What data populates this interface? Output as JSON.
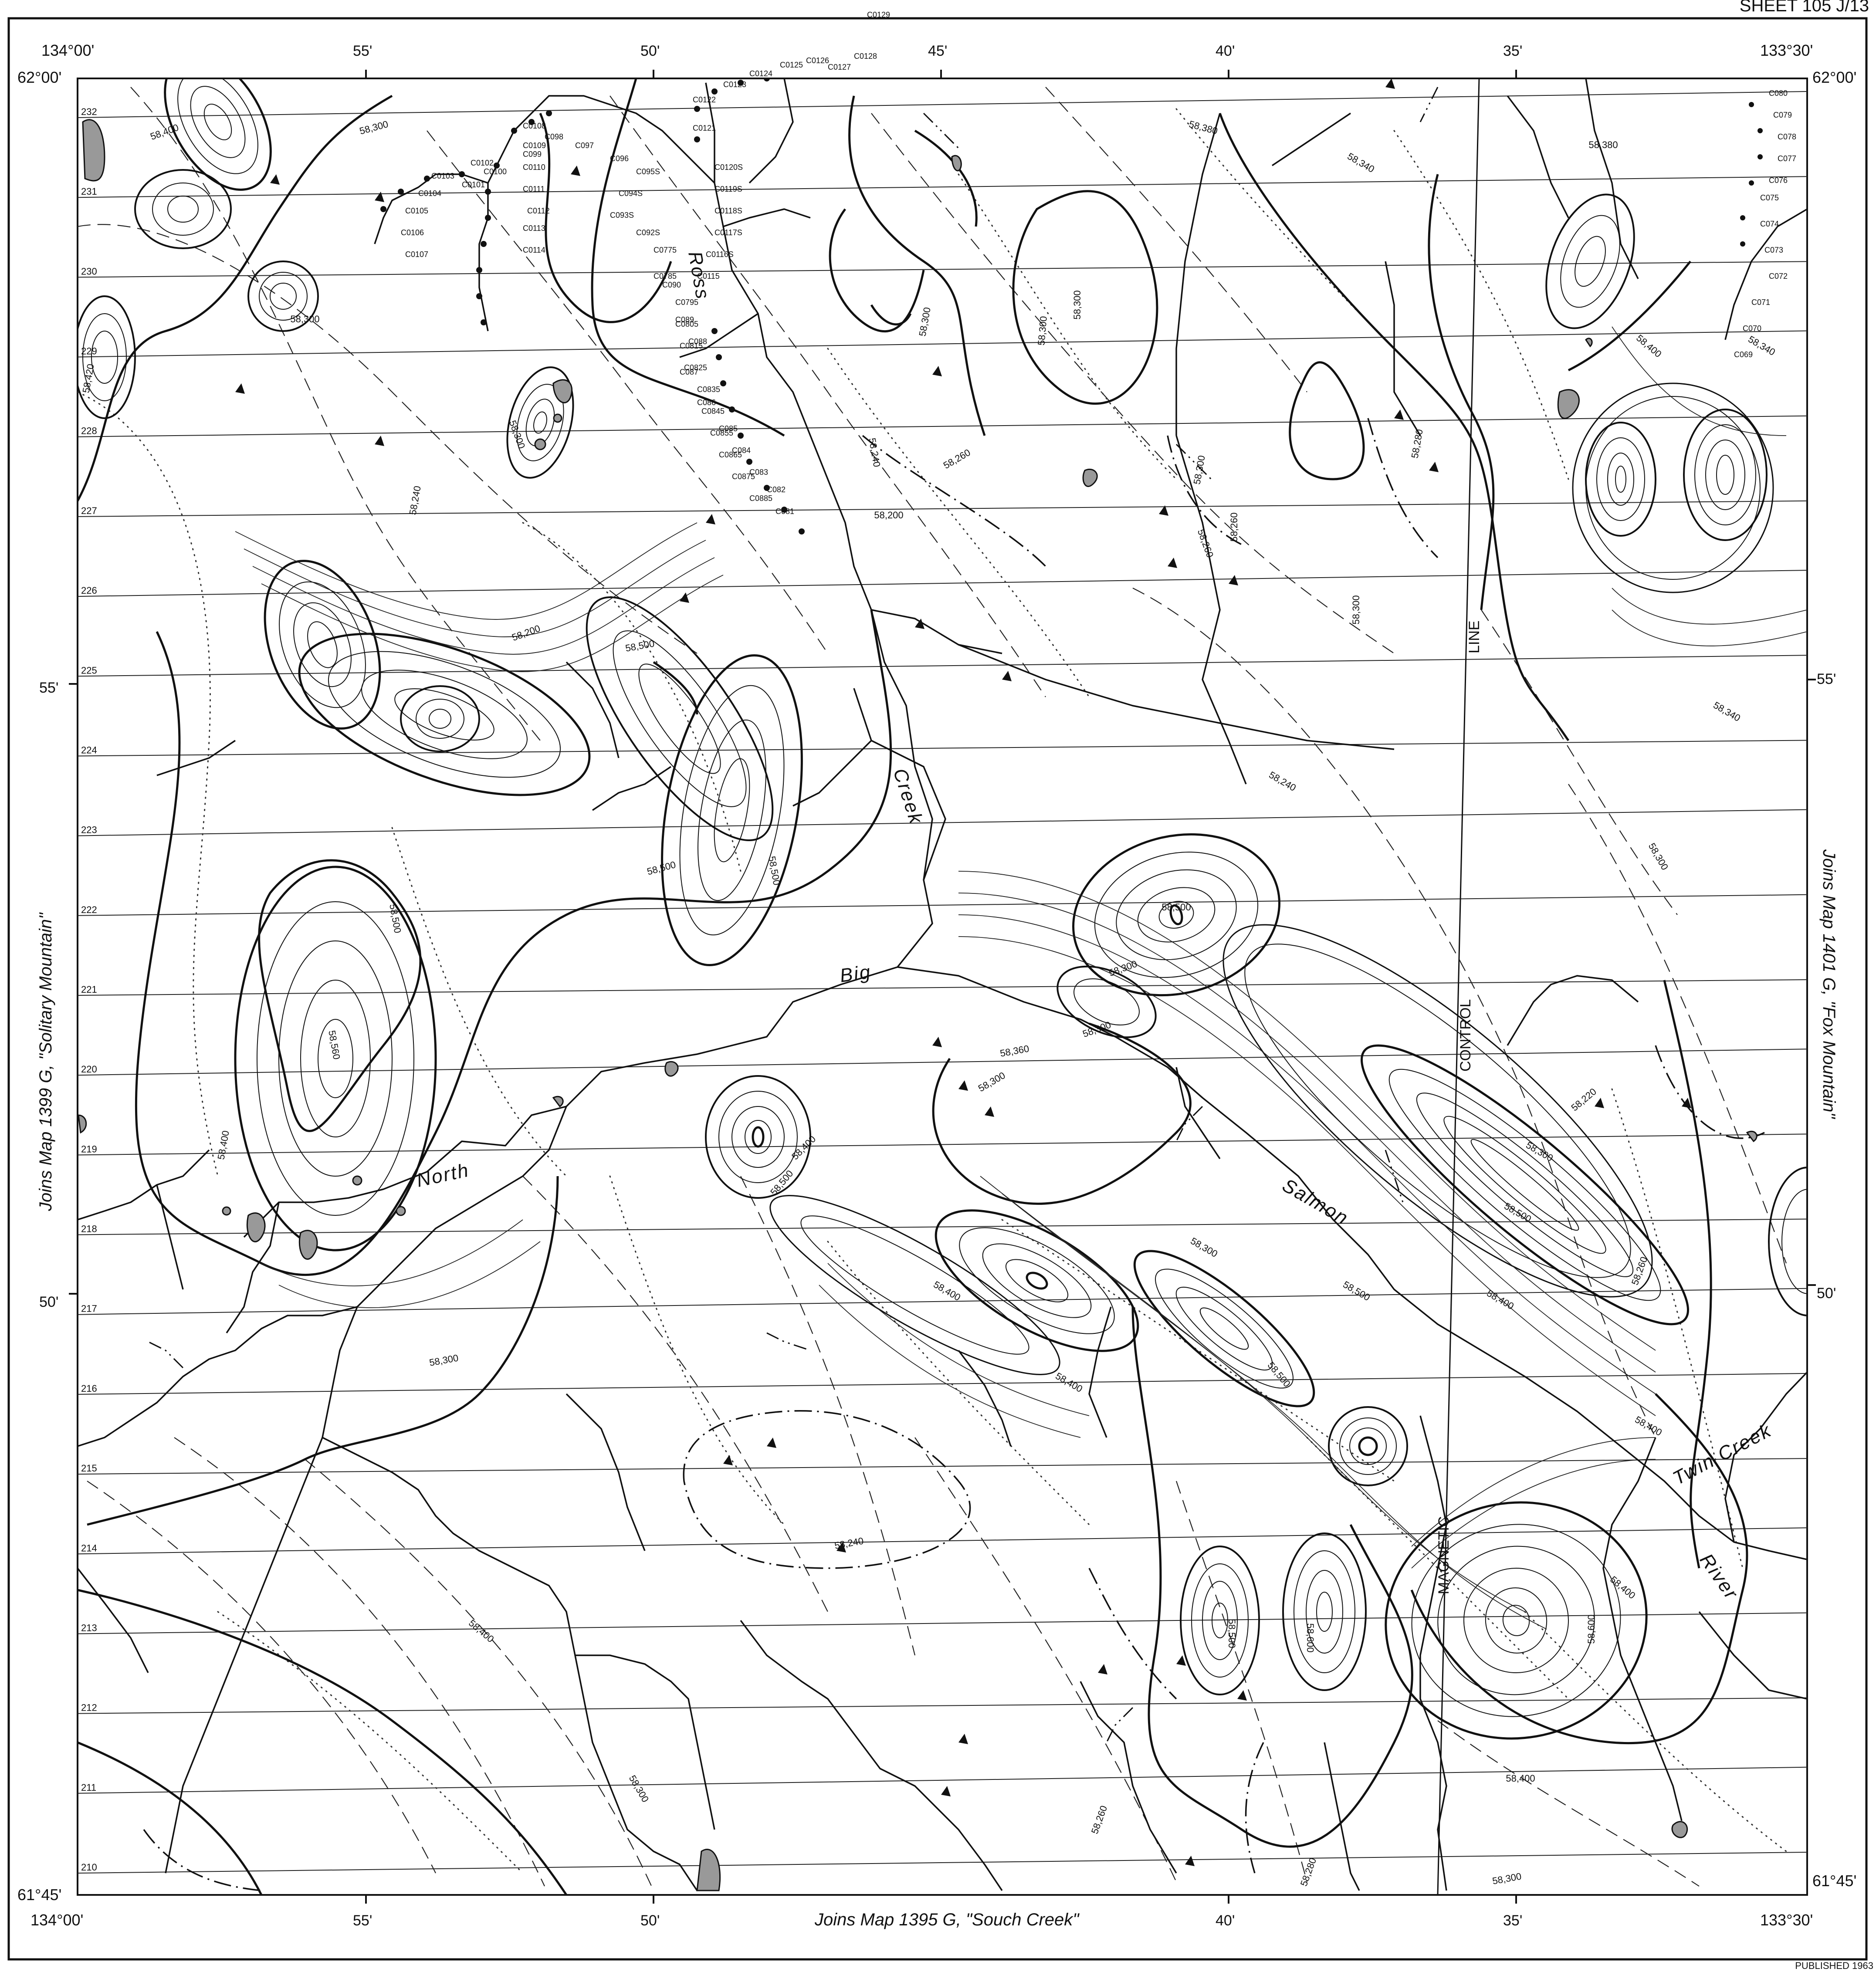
{
  "map": {
    "sheet_header": "SHEET 105 J/13",
    "published_note": "PUBLISHED 1963",
    "corner_labels": {
      "top_left_lon": "134°00'",
      "top_left_lat": "62°00'",
      "top_right_lon": "133°30'",
      "top_right_lat": "62°00'",
      "bottom_left_lat": "61°45'",
      "bottom_left_lon": "134°00'",
      "bottom_right_lat": "61°45'",
      "bottom_right_lon": "133°30'"
    },
    "top_ticks": [
      "55'",
      "50'",
      "45'",
      "40'",
      "35'"
    ],
    "bottom_ticks": [
      "55'",
      "50'",
      "40'",
      "35'"
    ],
    "left_ticks": [
      "55'",
      "50'"
    ],
    "right_ticks": [
      "55'",
      "50'"
    ],
    "joins": {
      "left": "Joins Map 1399 G, \"Solitary Mountain\"",
      "right": "Joins Map 1401 G, \"Fox Mountain\"",
      "bottom": "Joins Map 1395 G, \"Souch Creek\""
    },
    "water_labels": {
      "north": "North",
      "big": "Big",
      "creek": "Creek",
      "salmon": "Salmon",
      "river": "River",
      "twin_creek": "Twin Creek",
      "ross": "Ross"
    },
    "control_line_label": "MAGNETIC CONTROL LINE",
    "control_line_parts": {
      "magnetic": "MAGNETIC",
      "control": "CONTROL",
      "line": "LINE"
    },
    "flight_lines": [
      "232",
      "231",
      "230",
      "229",
      "228",
      "227",
      "226",
      "225",
      "224",
      "223",
      "222",
      "221",
      "220",
      "219",
      "218",
      "217",
      "216",
      "215",
      "214",
      "213",
      "212",
      "211",
      "210"
    ],
    "contour_labels": [
      "58,400",
      "58,300",
      "58,300",
      "58,240",
      "58,300",
      "58,200",
      "58,500",
      "58,500",
      "58,500",
      "58,500",
      "58,560",
      "58,400",
      "58,500",
      "58,300",
      "58,300",
      "58,240",
      "58,260",
      "58,200",
      "58,500",
      "58,300",
      "58,360",
      "58,400",
      "58,300",
      "58,500",
      "58,400",
      "58,400",
      "58,500",
      "58,300",
      "58,400",
      "58,240",
      "58,300",
      "58,300",
      "58,380",
      "58,340",
      "58,300",
      "58,300",
      "58,260",
      "58,280",
      "58,260",
      "58,300",
      "58,240",
      "58,340",
      "58,300",
      "58,220",
      "58,300",
      "58,500",
      "58,400",
      "58,260",
      "58,600",
      "58,500",
      "58,400",
      "58,600",
      "58,400",
      "58,400",
      "58,300",
      "58,260",
      "58,280",
      "58,300",
      "58,380",
      "58,400",
      "58,340",
      "58,420"
    ],
    "station_labels": [
      "C0129",
      "C0128",
      "C0127",
      "C0126",
      "C0125",
      "C0124",
      "C0123",
      "C0122",
      "C0121",
      "C0120S",
      "C0119S",
      "C0118S",
      "C0117S",
      "C0116S",
      "C0115",
      "C0114",
      "C0113",
      "C0112",
      "C0111",
      "C0110",
      "C0109",
      "C0108",
      "C0107",
      "C0106",
      "C0105",
      "C0104",
      "C0103",
      "C0102",
      "C0101",
      "C0100",
      "C099",
      "C098",
      "C097",
      "C096",
      "C095S",
      "C094S",
      "C093S",
      "C092S",
      "C0775",
      "C0785",
      "C0795",
      "C0805",
      "C0815",
      "C0825",
      "C0835",
      "C0845",
      "C0855",
      "C0865",
      "C0875",
      "C0885",
      "C090",
      "C089",
      "C088",
      "C087",
      "C086",
      "C085",
      "C084",
      "C083",
      "C082",
      "C081",
      "C080",
      "C079",
      "C078",
      "C077",
      "C076",
      "C075",
      "C074",
      "C073",
      "C072",
      "C071",
      "C070",
      "C069"
    ]
  }
}
